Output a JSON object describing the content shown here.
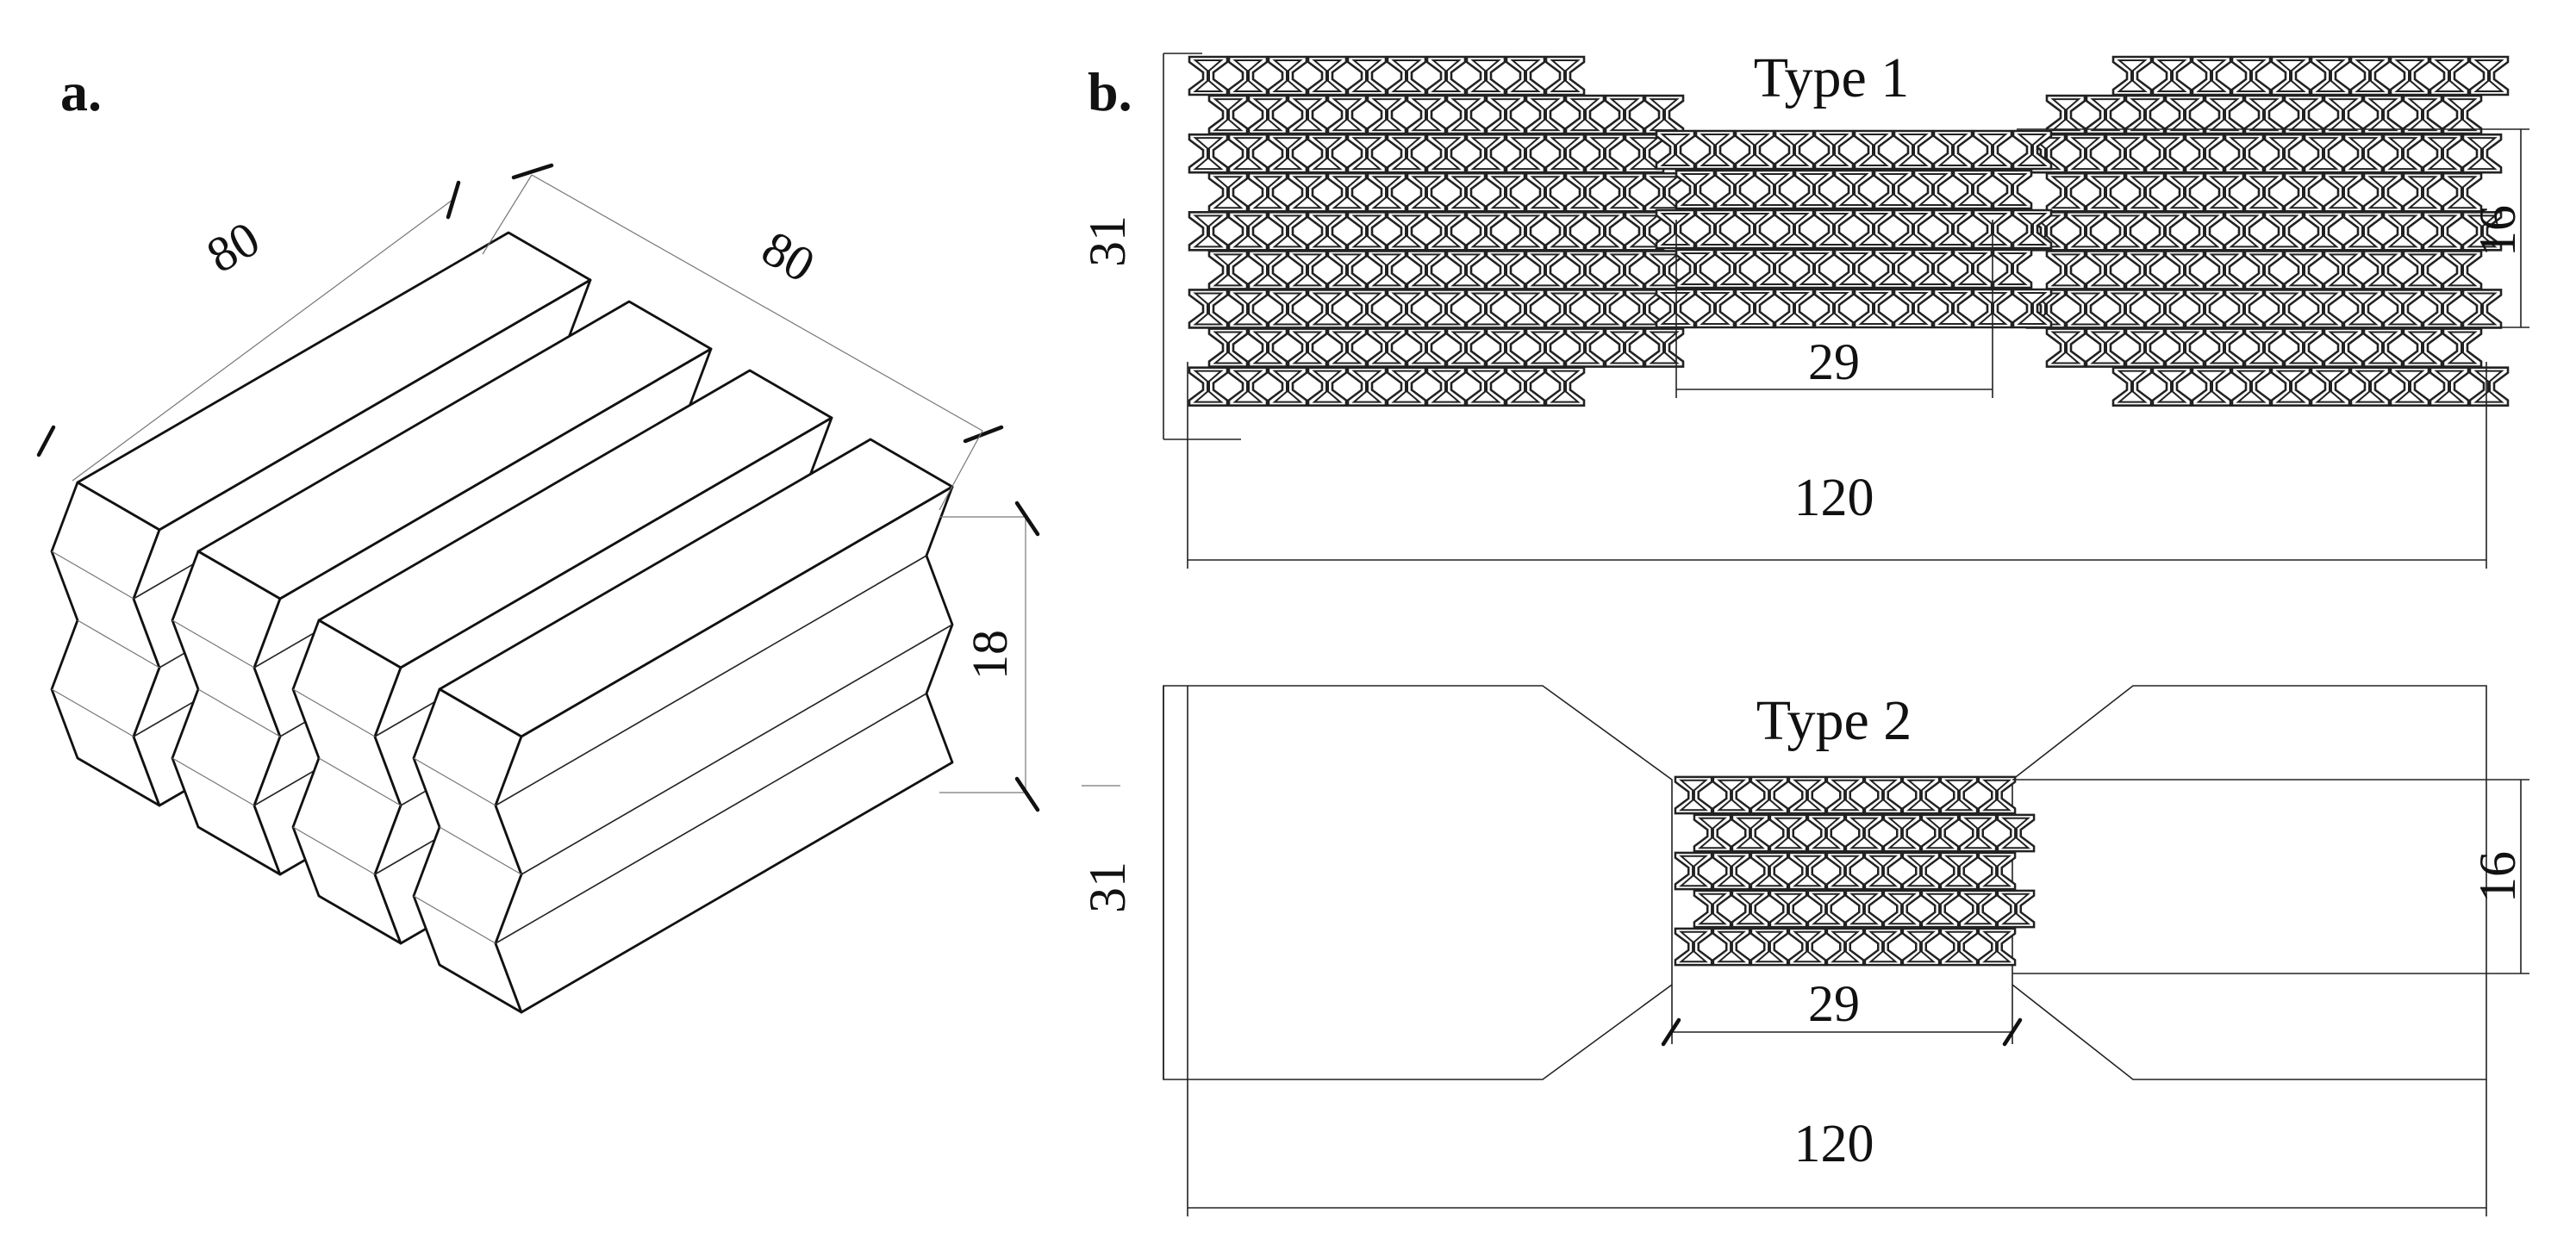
{
  "panel_a": {
    "label": "a.",
    "dim_length": "80",
    "dim_width": "80",
    "dim_height": "18"
  },
  "panel_b": {
    "label": "b.",
    "type1": {
      "title": "Type 1",
      "dim_total_height": "31",
      "dim_gauge_height": "16",
      "dim_gauge_length": "29",
      "dim_total_length": "120"
    },
    "type2": {
      "title": "Type 2",
      "dim_total_height": "31",
      "dim_gauge_height": "16",
      "dim_gauge_length": "29",
      "dim_total_length": "120"
    }
  }
}
